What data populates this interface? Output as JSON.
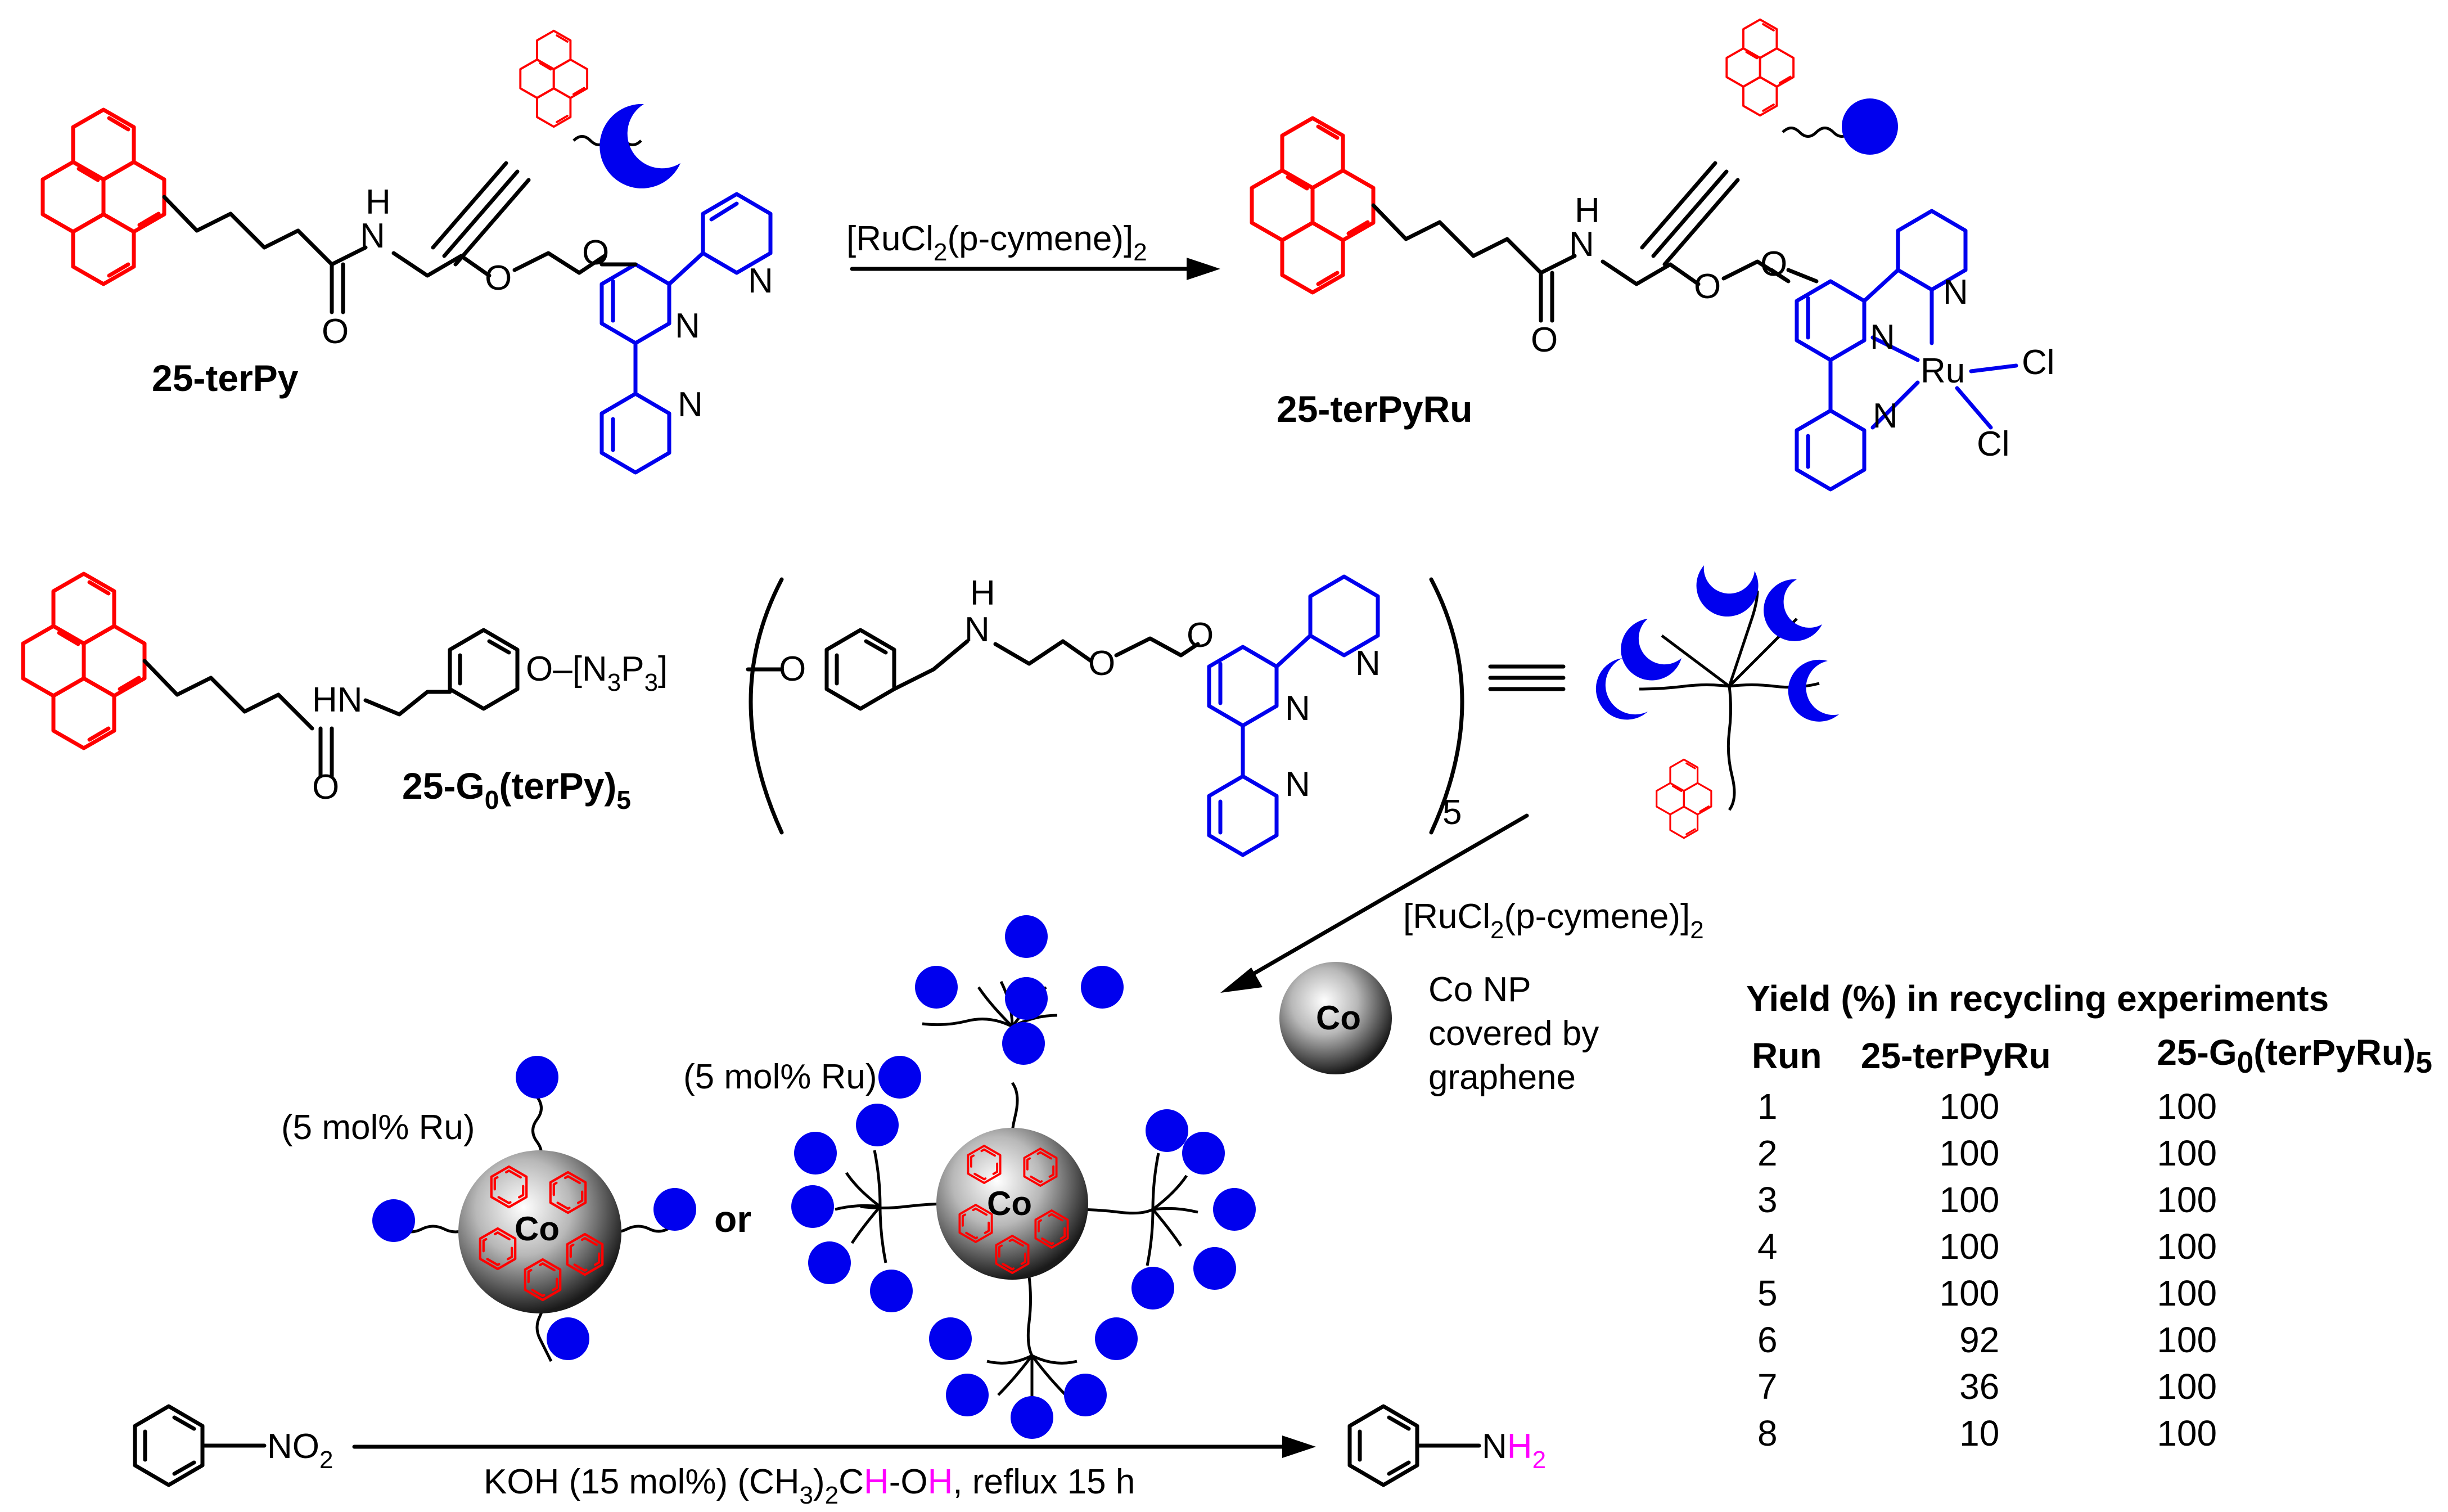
{
  "compounds": {
    "c1": "25-terPy",
    "c2": "25-terPyRu",
    "c3_prefix": "25-G",
    "c3_sub0": "0",
    "c3_mid": "(terPy)",
    "c3_sub5": "5"
  },
  "reagent": {
    "pre": "[RuCl",
    "sub2": "2",
    "post": "(p-cymene)]",
    "sub_end": "2"
  },
  "atoms": {
    "N": "N",
    "H": "H",
    "O": "O",
    "HN": "HN",
    "Ru": "Ru",
    "Cl": "Cl",
    "Co": "Co",
    "NO": "NO",
    "NH": "NH",
    "two": "2",
    "five": "5"
  },
  "linker": {
    "o_pre": "O–[N",
    "sub3a": "3",
    "p": "P",
    "sub3b": "3",
    "close": "]",
    "o_post": "O"
  },
  "cobalt": {
    "line1": "Co NP",
    "line2": "covered by",
    "line3": "graphene"
  },
  "loading_label": "(5 mol% Ru)",
  "or_label": "or",
  "conditions": {
    "part1": "KOH (15 mol%) (CH",
    "sub3": "3",
    "part2": ")",
    "sub2": "2",
    "part3": "C",
    "h1": "H",
    "part4": "-O",
    "h2": "H",
    "part5": ", reflux 15 h"
  },
  "table": {
    "title": "Yield (%) in recycling experiments",
    "headers": [
      "Run",
      "25-terPyRu",
      "25-G"
    ],
    "header3_sub0": "0",
    "header3_mid": "(terPyRu)",
    "header3_sub5": "5",
    "rows": [
      [
        "1",
        "100",
        "100"
      ],
      [
        "2",
        "100",
        "100"
      ],
      [
        "3",
        "100",
        "100"
      ],
      [
        "4",
        "100",
        "100"
      ],
      [
        "5",
        "100",
        "100"
      ],
      [
        "6",
        "92",
        "100"
      ],
      [
        "7",
        "36",
        "100"
      ],
      [
        "8",
        "10",
        "100"
      ]
    ]
  },
  "colors": {
    "pyrene": "#ff0000",
    "terpyridine": "#0000ee",
    "hydrogen_highlight": "#ff00ff"
  }
}
